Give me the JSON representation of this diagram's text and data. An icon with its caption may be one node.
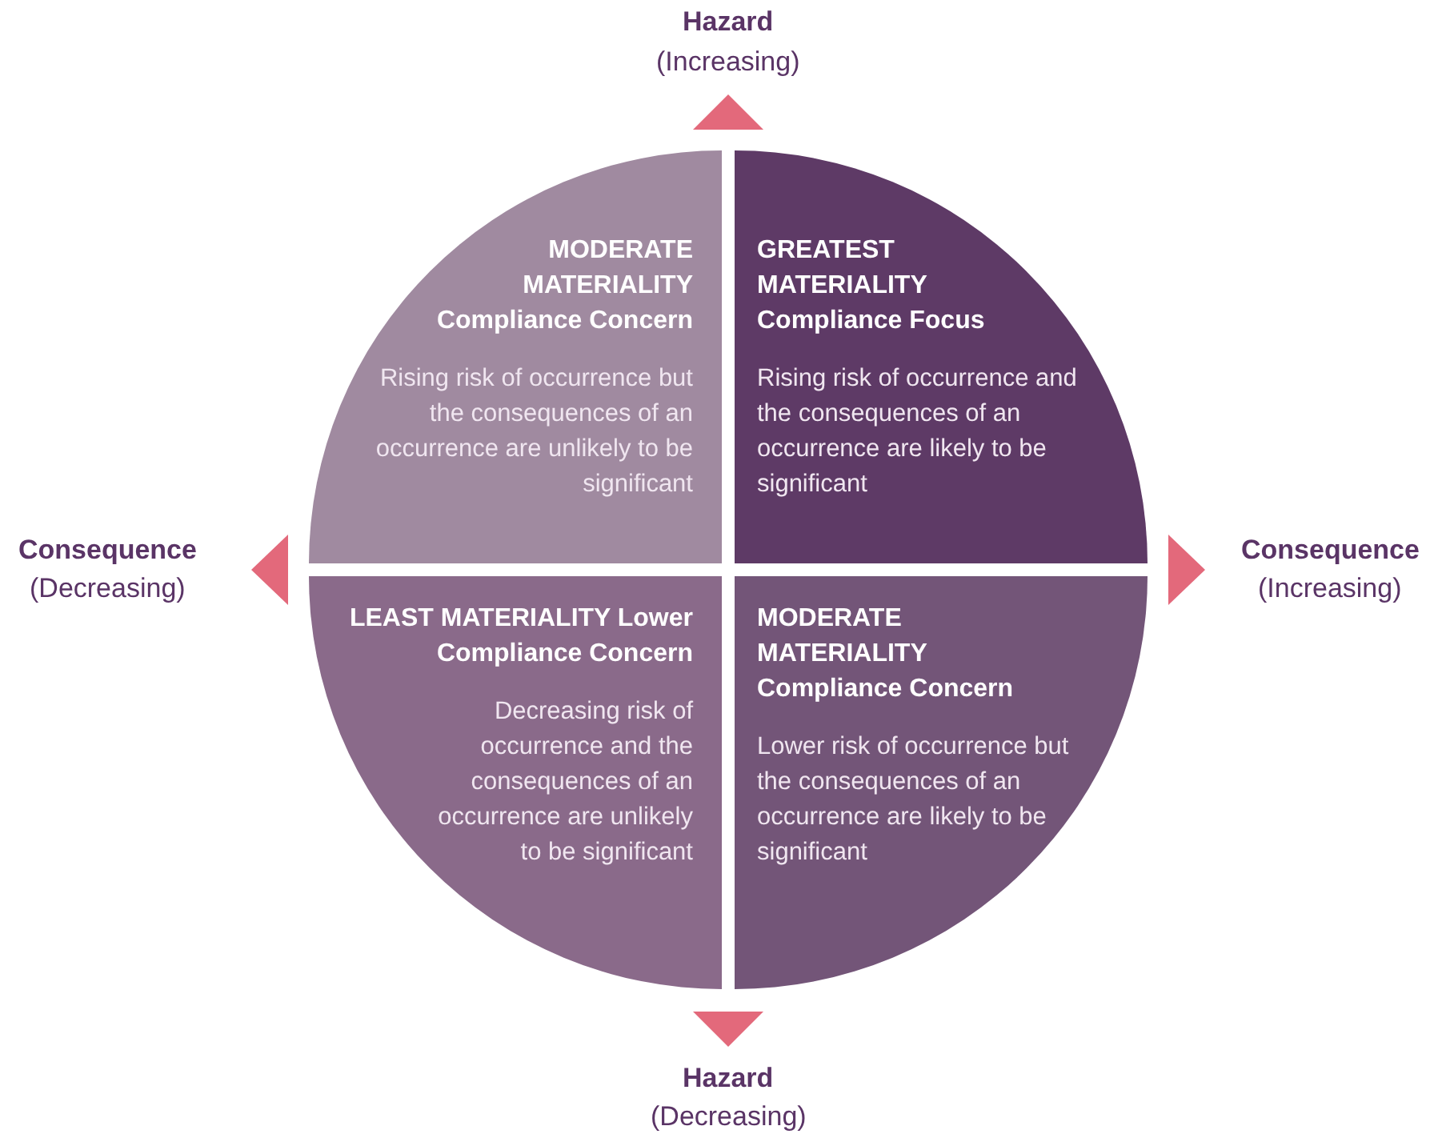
{
  "diagram": {
    "nodes": [
      {
        "text": [
          "MODERATE MATERIALITY Compliance Concern",
          "Rising risk of occurrence but the consequences of an occurrence are unlikely to be significant"
        ]
      },
      {
        "text": [
          "GREATEST MATERIALITY Compliance Focus",
          "Rising risk of occurrence and the consequences of an occurrence are likely to be significant"
        ]
      },
      {
        "text": [
          "LEAST MATERIALITY Lower Compliance Concern",
          "Decreasing risk of occurrence and the consequences of an occurrence are unlikely to be significant"
        ]
      },
      {
        "text": [
          "MODERATE MATERIALITY Compliance Concern",
          "Lower risk of occurrence but the consequences of an occurrence are likely to be significant"
        ]
      }
    ],
    "labels": [
      "Hazard",
      "(Increasing)",
      "Consequence",
      "(Decreasing)",
      "Consequence",
      "(Increasing)",
      "Hazard",
      "(Decreasing)"
    ]
  }
}
